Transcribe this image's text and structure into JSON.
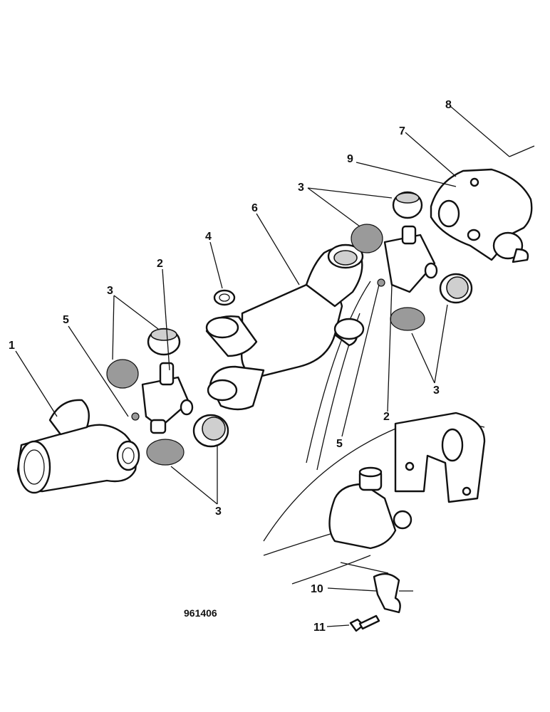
{
  "diagram": {
    "reference_number": "961406",
    "callouts": [
      "1",
      "2",
      "3",
      "4",
      "5",
      "6",
      "7",
      "8",
      "9",
      "10",
      "11"
    ]
  }
}
